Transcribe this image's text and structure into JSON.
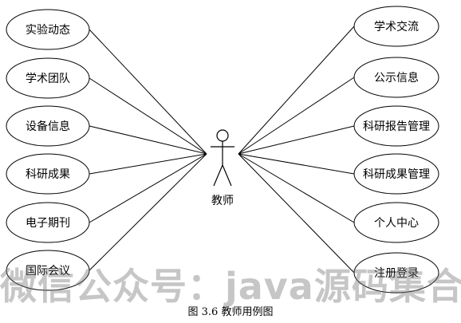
{
  "actor": {
    "label": "教师"
  },
  "left_use_cases": [
    "实验动态",
    "学术团队",
    "设备信息",
    "科研成果",
    "电子期刊",
    "国际会议"
  ],
  "right_use_cases": [
    "学术交流",
    "公示信息",
    "科研报告管理",
    "科研成果管理",
    "个人中心",
    "注册登录"
  ],
  "caption": "图 3.6  教师用例图",
  "watermark": "微信公众号：java源码集合"
}
